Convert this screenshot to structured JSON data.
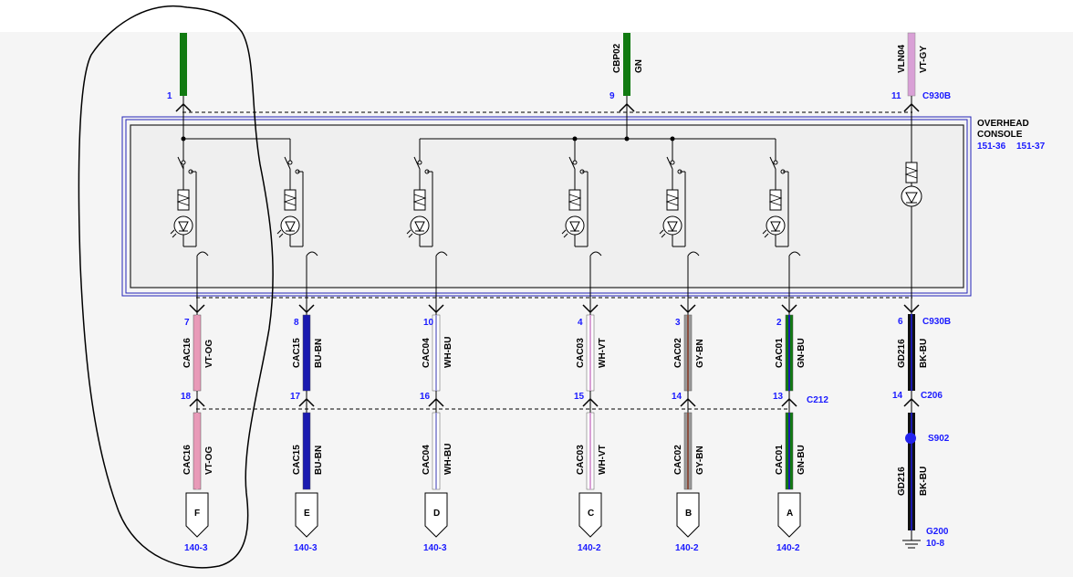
{
  "module": {
    "name_line1": "OVERHEAD",
    "name_line2": "CONSOLE",
    "ref_a": "151-36",
    "ref_b": "151-37"
  },
  "top_connector_label": "C930B",
  "top_wires": [
    {
      "pin": "1",
      "circuit": "",
      "color_code": "",
      "color": "#117a11"
    },
    {
      "pin": "9",
      "circuit": "CBP02",
      "color_code": "GN",
      "color": "#117a11"
    },
    {
      "pin": "11",
      "circuit": "VLN04",
      "color_code": "VT-GY",
      "color": "#d9a0d6"
    }
  ],
  "mid_connector_label": "C212",
  "outputs": [
    {
      "pin_top": "7",
      "pin_bot": "18",
      "circuit": "CAC16",
      "color_code": "VT-OG",
      "color": "#e89ab8",
      "stripe": "#e89ab8",
      "connector": "F",
      "ref": "140-3"
    },
    {
      "pin_top": "8",
      "pin_bot": "17",
      "circuit": "CAC15",
      "color_code": "BU-BN",
      "color": "#1a1ab0",
      "stripe": "#1a1ab0",
      "connector": "E",
      "ref": "140-3"
    },
    {
      "pin_top": "10",
      "pin_bot": "16",
      "circuit": "CAC04",
      "color_code": "WH-BU",
      "color": "#ffffff",
      "stripe": "#9a9ad8",
      "connector": "D",
      "ref": "140-3"
    },
    {
      "pin_top": "4",
      "pin_bot": "15",
      "circuit": "CAC03",
      "color_code": "WH-VT",
      "color": "#ffffff",
      "stripe": "#d9a0d6",
      "connector": "C",
      "ref": "140-2"
    },
    {
      "pin_top": "3",
      "pin_bot": "14",
      "circuit": "CAC02",
      "color_code": "GY-BN",
      "color": "#9a9a9a",
      "stripe": "#8a5040",
      "connector": "B",
      "ref": "140-2"
    },
    {
      "pin_top": "2",
      "pin_bot": "13",
      "circuit": "CAC01",
      "color_code": "GN-BU",
      "color": "#117a11",
      "stripe": "#1a1ab0",
      "connector": "A",
      "ref": "140-2"
    }
  ],
  "ground_wire": {
    "pin_top": "6",
    "connector_top": "C930B",
    "pin_bot": "14",
    "connector_bot": "C206",
    "circuit": "GD216",
    "color_code": "BK-BU",
    "color": "#111111",
    "stripe": "#1a1ab0",
    "splice": "S902",
    "ground_label": "G200",
    "ground_ref": "10-8"
  }
}
